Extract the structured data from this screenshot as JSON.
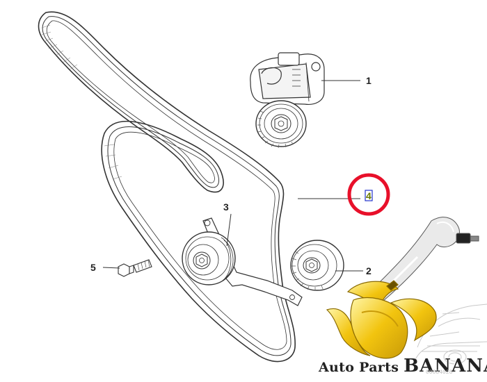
{
  "diagram": {
    "callouts": [
      {
        "id": "1",
        "label": "1"
      },
      {
        "id": "2",
        "label": "2"
      },
      {
        "id": "3",
        "label": "3"
      },
      {
        "id": "4",
        "label": "4"
      },
      {
        "id": "5",
        "label": "5"
      }
    ],
    "highlight": {
      "target": "4",
      "ring_color": "#e8102a",
      "box_color": "#2233cc"
    },
    "doc_number": "00084028"
  },
  "watermark": {
    "brand_prefix": "Auto Parts ",
    "brand_name": "BANANA",
    "banana_color": "#f2c40f",
    "banana_shade": "#c89a08"
  }
}
